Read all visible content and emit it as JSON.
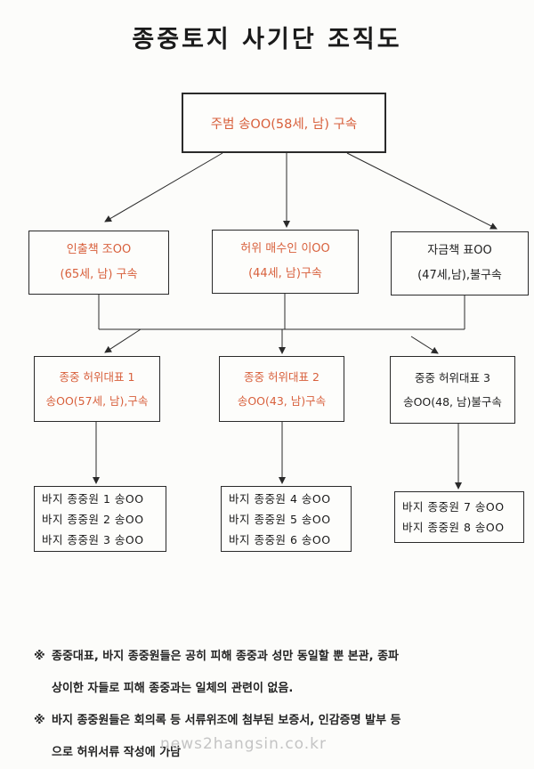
{
  "title": "종중토지 사기단 조직도",
  "leader": {
    "line1": "주범 송OO(58세, 남) 구속"
  },
  "level2": [
    {
      "line1": "인출책 조OO",
      "line2": "(65세, 남) 구속"
    },
    {
      "line1": "허위 매수인 이OO",
      "line2": "(44세, 남)구속"
    },
    {
      "line1": "자금책 표OO",
      "line2": "(47세,남),불구속"
    }
  ],
  "level3": [
    {
      "line1": "종중 허위대표 1",
      "line2": "송OO(57세, 남),구속"
    },
    {
      "line1": "종중 허위대표 2",
      "line2": "송OO(43, 남)구속"
    },
    {
      "line1": "중중 허위대표 3",
      "line2": "송OO(48, 남)불구속"
    }
  ],
  "members": [
    [
      "바지 종중원 1 송OO",
      "바지 종중원 2 송OO",
      "바지 종중원 3 송OO"
    ],
    [
      "바지 종중원 4 송OO",
      "바지 종중원 5 송OO",
      "바지 종중원 6 송OO"
    ],
    [
      "바지 종중원 7 송OO",
      "바지 종중원 8 송OO"
    ]
  ],
  "notes": {
    "mark": "※",
    "note1_a": "종중대표, 바지 종중원들은 공히 피해 종중과 성만 동일할 뿐 본관, 종파",
    "note1_b": "상이한 자들로 피해 종중과는 일체의 관련이 없음.",
    "note2_a": "바지 종중원들은 회의록 등 서류위조에 첨부된 보증서, 인감증명 발부 등",
    "note2_b": "으로 허위서류 작성에 가담"
  },
  "watermark": "news2hangsin.co.kr",
  "colors": {
    "highlight": "#d8603c",
    "line": "#2a2a2a"
  }
}
